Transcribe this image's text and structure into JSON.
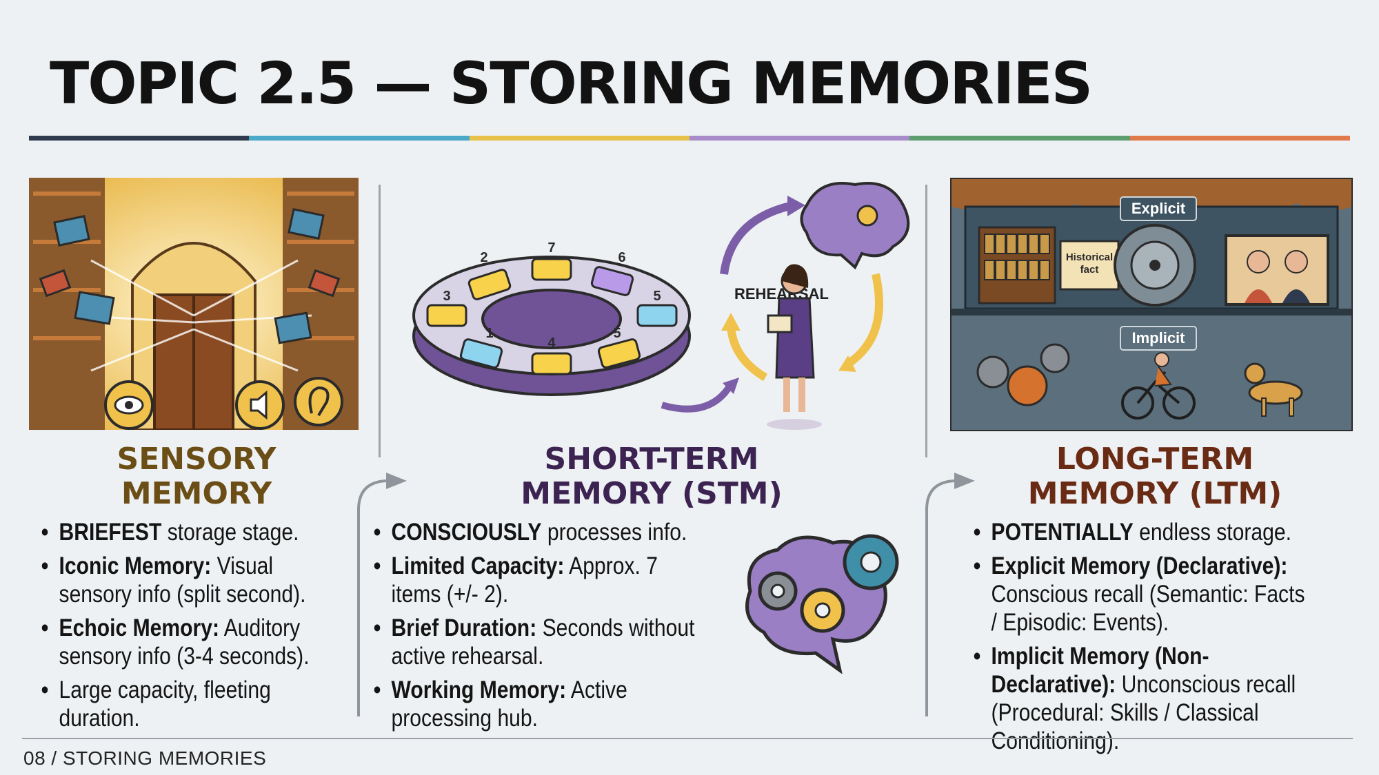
{
  "slide": {
    "title": "TOPIC 2.5 — STORING MEMORIES",
    "footer": "08 / STORING MEMORIES"
  },
  "colors": {
    "background": "#eef1f3",
    "sensory_heading": "#6b4e16",
    "stm_heading": "#3c2352",
    "ltm_heading": "#6a2b14",
    "rule_segments": [
      "#2f3a4f",
      "#4aa8c9",
      "#e8c14a",
      "#a88bc9",
      "#5e9e6e",
      "#e07a4a"
    ]
  },
  "sensory": {
    "heading_line1": "SENSORY",
    "heading_line2": "MEMORY",
    "bullets": [
      {
        "bold": "BRIEFEST",
        "text": " storage stage."
      },
      {
        "bold": "Iconic Memory:",
        "text": " Visual sensory info (split second)."
      },
      {
        "bold": "Echoic Memory:",
        "text": " Auditory sensory info (3-4 seconds)."
      },
      {
        "bold": "",
        "text": "Large capacity, fleeting duration."
      }
    ]
  },
  "stm": {
    "heading_line1": "SHORT-TERM",
    "heading_line2": "MEMORY (STM)",
    "rehearsal_label": "REHEARSAL",
    "slot_numbers": [
      "2",
      "7",
      "6",
      "3",
      "5",
      "1",
      "4",
      "5"
    ],
    "bullets": [
      {
        "bold": "CONSCIOUSLY",
        "text": " processes info."
      },
      {
        "bold": "Limited Capacity:",
        "text": " Approx. 7 items (+/- 2)."
      },
      {
        "bold": "Brief Duration:",
        "text": " Seconds without active rehearsal."
      },
      {
        "bold": "Working Memory:",
        "text": " Active processing hub."
      }
    ]
  },
  "ltm": {
    "heading_line1": "LONG-TERM",
    "heading_line2": "MEMORY (LTM)",
    "explicit_label": "Explicit",
    "implicit_label": "Implicit",
    "scroll_label_line1": "Historical",
    "scroll_label_line2": "fact",
    "bullets": [
      {
        "bold": "POTENTIALLY",
        "text": " endless storage."
      },
      {
        "bold": "Explicit Memory (Declarative):",
        "text": " Conscious recall (Semantic: Facts / Episodic: Events)."
      },
      {
        "bold": "Implicit Memory (Non-Declarative):",
        "text": " Unconscious recall (Procedural: Skills / Classical Conditioning)."
      }
    ]
  }
}
